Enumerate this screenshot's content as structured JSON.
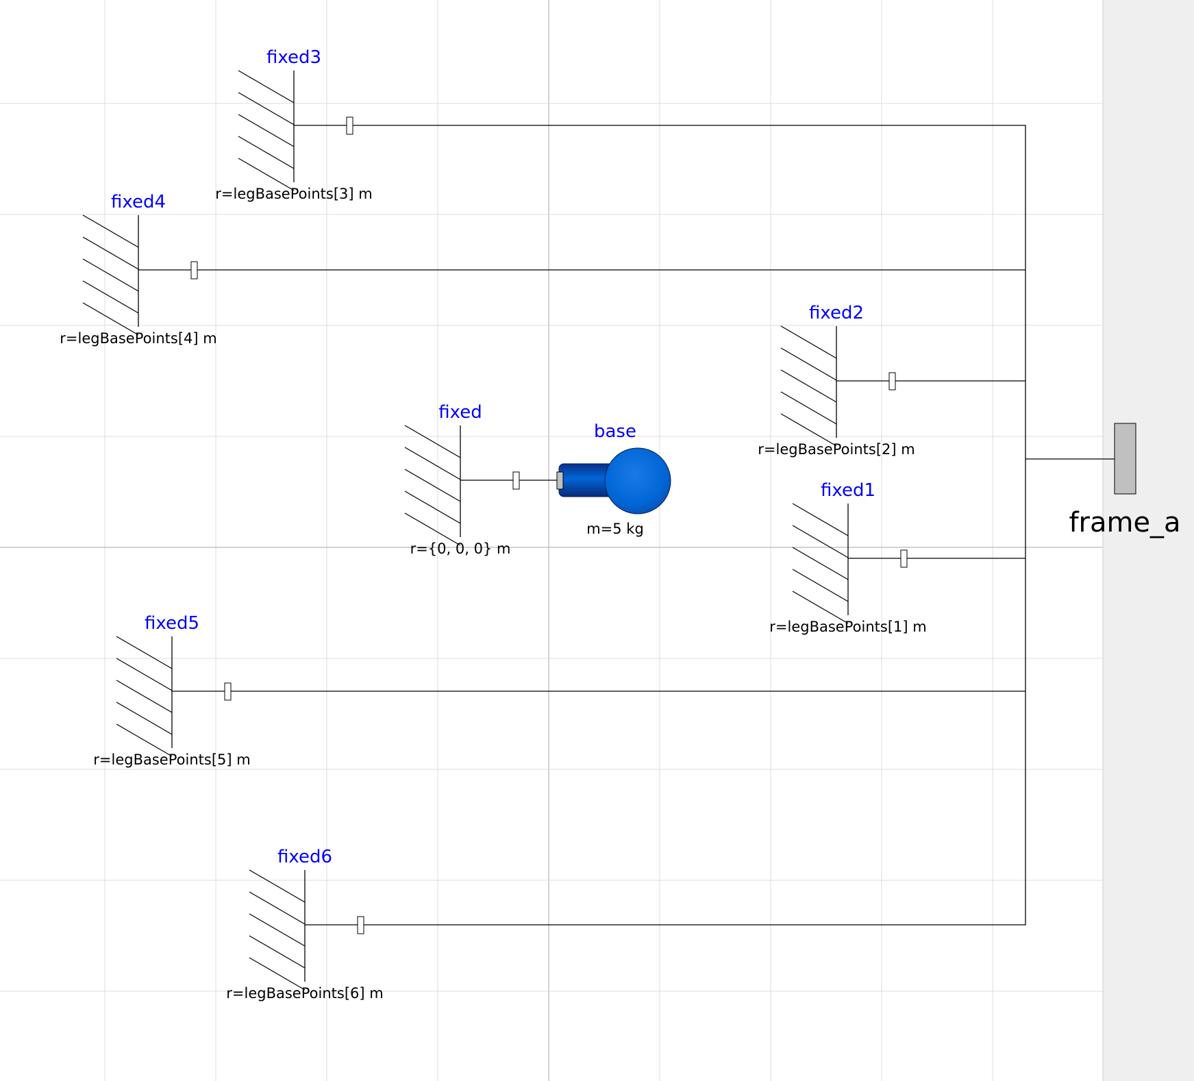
{
  "diagram": {
    "components": [
      {
        "name": "fixed3",
        "param": "r=legBasePoints[3] m"
      },
      {
        "name": "fixed4",
        "param": "r=legBasePoints[4] m"
      },
      {
        "name": "fixed2",
        "param": "r=legBasePoints[2] m"
      },
      {
        "name": "fixed",
        "param": "r={0, 0, 0} m"
      },
      {
        "name": "fixed1",
        "param": "r=legBasePoints[1] m"
      },
      {
        "name": "fixed5",
        "param": "r=legBasePoints[5] m"
      },
      {
        "name": "fixed6",
        "param": "r=legBasePoints[6] m"
      }
    ],
    "body": {
      "name": "base",
      "param": "m=5 kg",
      "color": "#0066d6"
    },
    "port": {
      "name": "frame_a",
      "color": "#c0c0c0"
    },
    "colors": {
      "name_label": "#0000ff",
      "grid": "#dcdcdc",
      "background": "#ffffff",
      "margin": "#efefef"
    }
  }
}
